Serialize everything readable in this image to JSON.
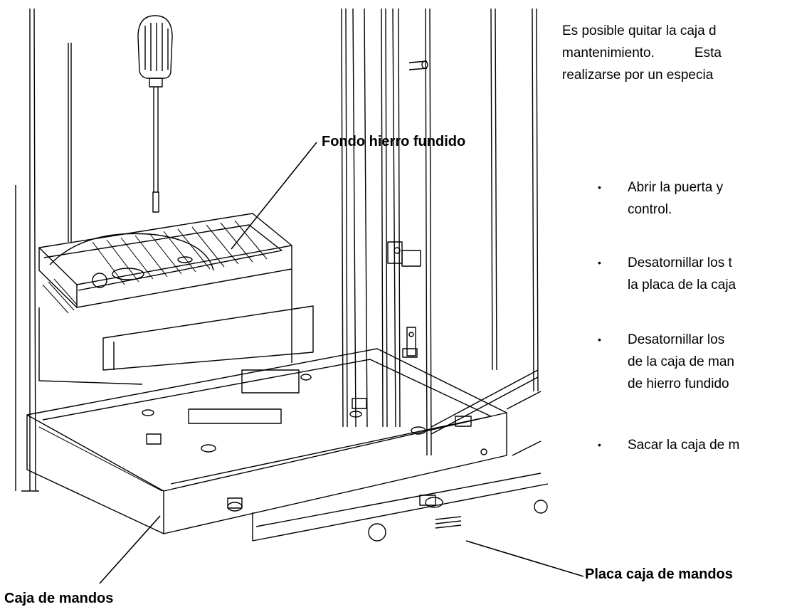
{
  "callouts": {
    "fondo": "Fondo hierro fundido",
    "caja": "Caja de mandos",
    "placa": "Placa caja de mandos"
  },
  "intro": {
    "line1": "Es posible quitar la caja d",
    "line2a": "mantenimiento.",
    "line2b": "Esta",
    "line3": "realizarse por un especia"
  },
  "steps": [
    {
      "bullet": "•",
      "line1": "Abrir la puerta y",
      "line2": "control."
    },
    {
      "bullet": "•",
      "line1": "Desatornillar los t",
      "line2": "la placa de la caja"
    },
    {
      "bullet": "•",
      "line1": "Desatornillar los",
      "line2": "de la caja de man",
      "line3": "de hierro fundido"
    },
    {
      "bullet": "•",
      "line1": "Sacar la caja de m"
    }
  ]
}
